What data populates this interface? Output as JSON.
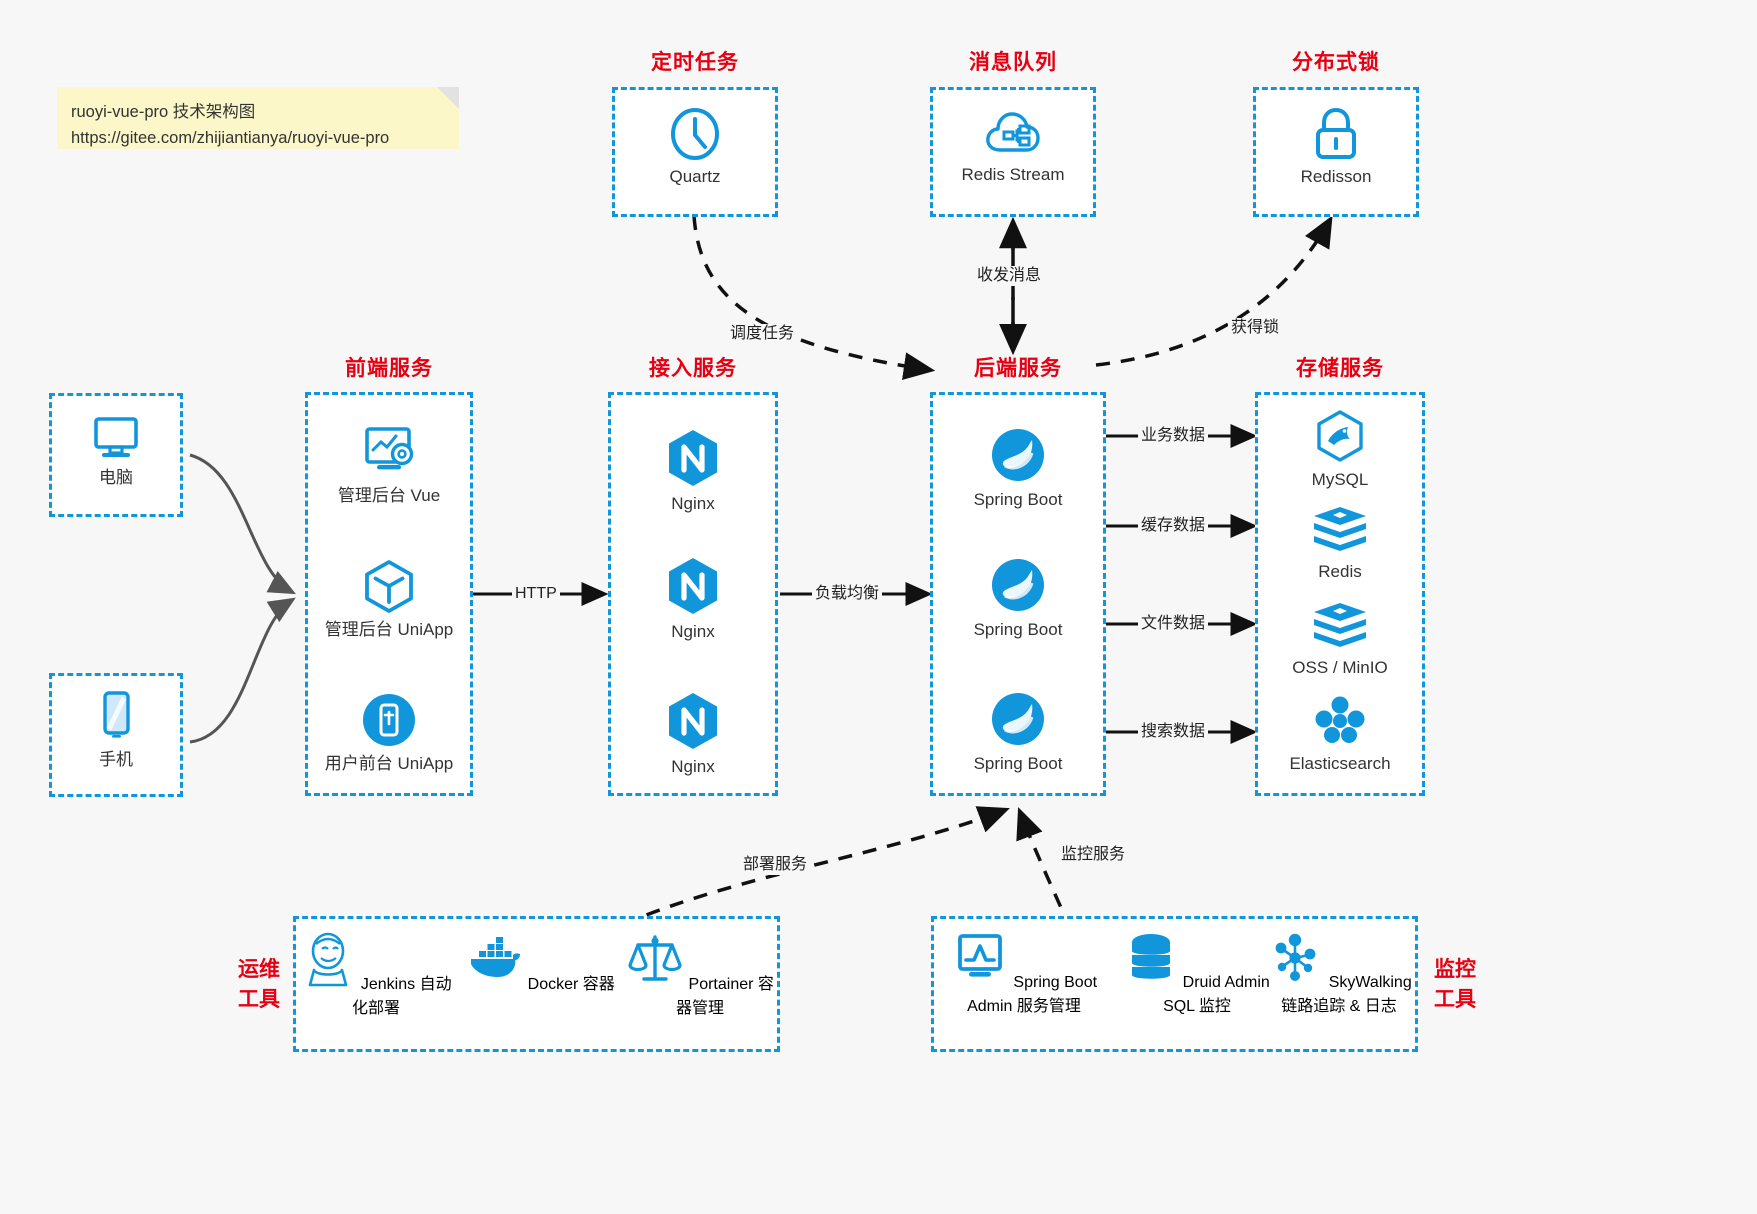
{
  "note": {
    "line1": "ruoyi-vue-pro 技术架构图",
    "line2": "https://gitee.com/zhijiantianya/ruoyi-vue-pro"
  },
  "colors": {
    "accent": "#1296db",
    "group_title": "#e60012",
    "background": "#f7f7f7",
    "box_fill": "#ffffff",
    "note_fill": "#fcf7c8",
    "edge_solid": "#111111",
    "edge_curve": "#555555"
  },
  "groups": {
    "scheduled_task": {
      "title": "定时任务",
      "nodes": [
        {
          "icon": "clock-icon",
          "label": "Quartz"
        }
      ]
    },
    "message_queue": {
      "title": "消息队列",
      "nodes": [
        {
          "icon": "cloud-stream-icon",
          "label": "Redis Stream"
        }
      ]
    },
    "distributed_lock": {
      "title": "分布式锁",
      "nodes": [
        {
          "icon": "lock-icon",
          "label": "Redisson"
        }
      ]
    },
    "clients": {
      "nodes": [
        {
          "icon": "desktop-icon",
          "label": "电脑"
        },
        {
          "icon": "phone-icon",
          "label": "手机"
        }
      ]
    },
    "frontend": {
      "title": "前端服务",
      "nodes": [
        {
          "icon": "dashboard-gear-icon",
          "label": "管理后台 Vue"
        },
        {
          "icon": "cube-icon",
          "label": "管理后台 UniApp"
        },
        {
          "icon": "mobile-app-icon",
          "label": "用户前台 UniApp"
        }
      ]
    },
    "gateway": {
      "title": "接入服务",
      "nodes": [
        {
          "icon": "nginx-icon",
          "label": "Nginx"
        },
        {
          "icon": "nginx-icon",
          "label": "Nginx"
        },
        {
          "icon": "nginx-icon",
          "label": "Nginx"
        }
      ]
    },
    "backend": {
      "title": "后端服务",
      "nodes": [
        {
          "icon": "spring-icon",
          "label": "Spring Boot"
        },
        {
          "icon": "spring-icon",
          "label": "Spring Boot"
        },
        {
          "icon": "spring-icon",
          "label": "Spring Boot"
        }
      ]
    },
    "storage": {
      "title": "存储服务",
      "nodes": [
        {
          "icon": "mysql-icon",
          "label": "MySQL"
        },
        {
          "icon": "redis-icon",
          "label": "Redis"
        },
        {
          "icon": "oss-icon",
          "label": "OSS / MinIO"
        },
        {
          "icon": "elasticsearch-icon",
          "label": "Elasticsearch"
        }
      ]
    },
    "devops": {
      "title_line1": "运维",
      "title_line2": "工具",
      "nodes": [
        {
          "icon": "jenkins-icon",
          "label": "Jenkins",
          "sub": "自动化部署"
        },
        {
          "icon": "docker-icon",
          "label": "Docker",
          "sub": "容器"
        },
        {
          "icon": "portainer-icon",
          "label": "Portainer",
          "sub": "容器管理"
        }
      ]
    },
    "monitor": {
      "title_line1": "监控",
      "title_line2": "工具",
      "nodes": [
        {
          "icon": "monitor-chart-icon",
          "label": "Spring Boot Admin",
          "sub": "服务管理"
        },
        {
          "icon": "database-icon",
          "label": "Druid Admin",
          "sub": "SQL 监控"
        },
        {
          "icon": "skywalking-icon",
          "label": "SkyWalking",
          "sub": "链路追踪 & 日志"
        }
      ]
    }
  },
  "edges": [
    {
      "id": "http",
      "label": "HTTP"
    },
    {
      "id": "lb",
      "label": "负载均衡"
    },
    {
      "id": "schedule",
      "label": "调度任务"
    },
    {
      "id": "mq",
      "label": "收发消息"
    },
    {
      "id": "lock",
      "label": "获得锁"
    },
    {
      "id": "biz-data",
      "label": "业务数据"
    },
    {
      "id": "cache-data",
      "label": "缓存数据"
    },
    {
      "id": "file-data",
      "label": "文件数据"
    },
    {
      "id": "search-data",
      "label": "搜索数据"
    },
    {
      "id": "deploy",
      "label": "部署服务"
    },
    {
      "id": "observe",
      "label": "监控服务"
    }
  ]
}
